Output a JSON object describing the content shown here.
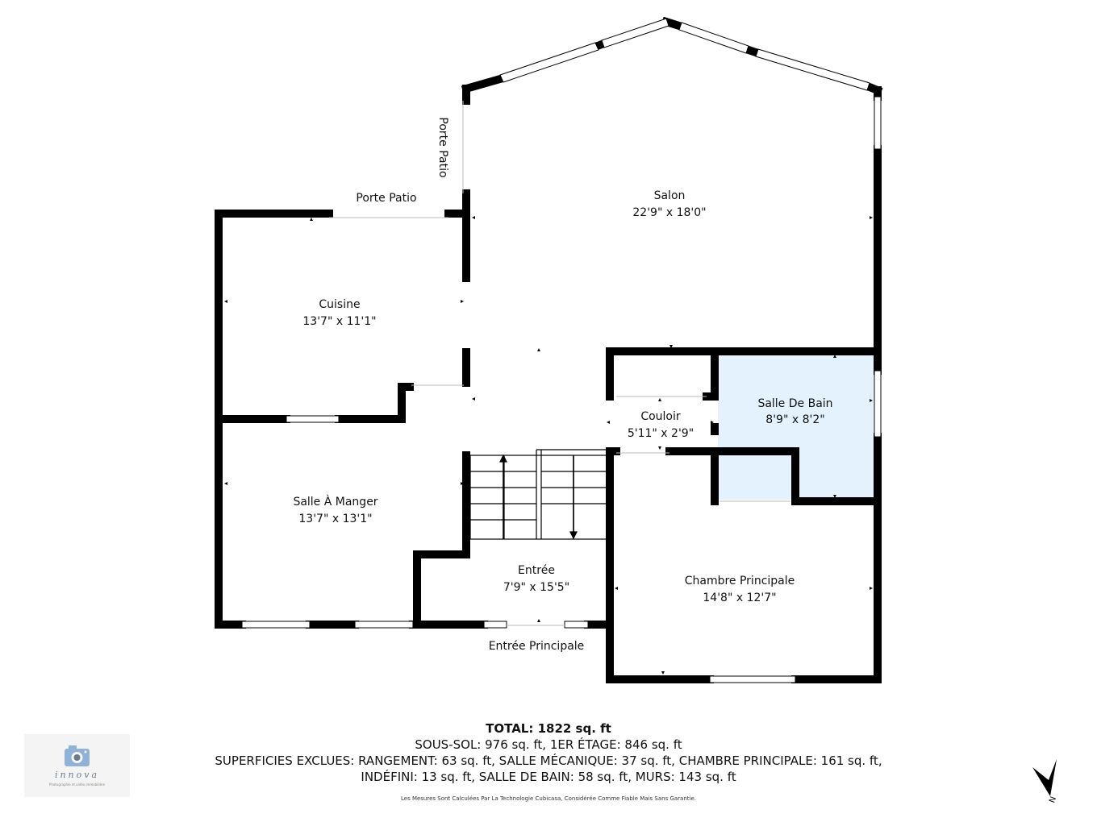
{
  "rooms": {
    "salon": {
      "name": "Salon",
      "dims": "22'9\" x 18'0\""
    },
    "cuisine": {
      "name": "Cuisine",
      "dims": "13'7\" x 11'1\""
    },
    "salle_a_manger": {
      "name": "Salle À Manger",
      "dims": "13'7\" x 13'1\""
    },
    "entree": {
      "name": "Entrée",
      "dims": "7'9\" x 15'5\""
    },
    "couloir": {
      "name": "Couloir",
      "dims": "5'11\" x 2'9\""
    },
    "salle_de_bain": {
      "name": "Salle De Bain",
      "dims": "8'9\" x 8'2\""
    },
    "chambre_principale": {
      "name": "Chambre Principale",
      "dims": "14'8\" x 12'7\""
    }
  },
  "labels": {
    "porte_patio_top": "Porte Patio",
    "porte_patio_side": "Porte Patio",
    "entree_principale": "Entrée Principale"
  },
  "summary": {
    "total": "TOTAL: 1822 sq. ft",
    "line1": "SOUS-SOL: 976 sq. ft, 1ER ÉTAGE: 846 sq. ft",
    "line2": "SUPERFICIES EXCLUES: RANGEMENT: 63 sq. ft, SALLE MÉCANIQUE: 37 sq. ft, CHAMBRE PRINCIPALE: 161 sq. ft,",
    "line3": "INDÉFINI: 13 sq. ft, SALLE DE BAIN: 58 sq. ft, MURS: 143 sq. ft",
    "disclaimer": "Les Mesures Sont Calculées Par La Technologie Cubicasa, Considérée Comme Fiable Mais Sans Garantie."
  },
  "logo": {
    "text": "innova",
    "tagline": "Photographie et vidéo immobilière"
  },
  "compass": {
    "label": "N",
    "icon": "north-arrow-icon"
  },
  "colors": {
    "wall": "#000000",
    "bathroom_fill": "#e3f2fc",
    "window": "#ffffff"
  }
}
